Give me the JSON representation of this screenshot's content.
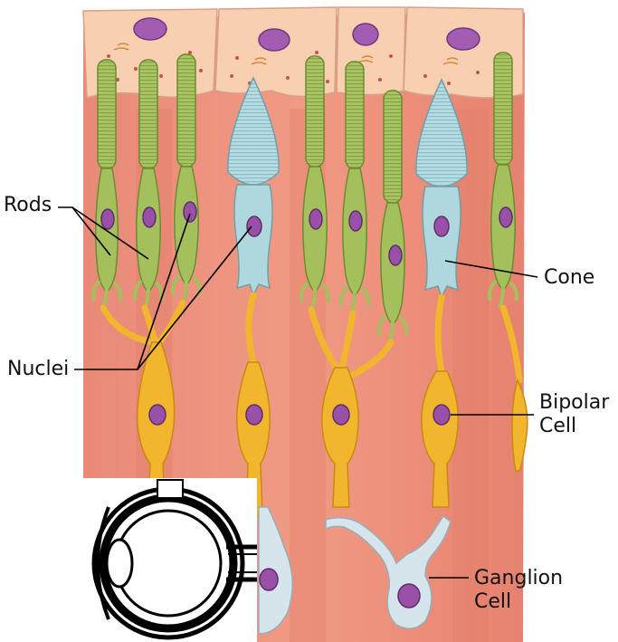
{
  "labels": {
    "rods": "Rods",
    "nuclei": "Nuclei",
    "cone": "Cone",
    "bipolar_line1": "Bipolar",
    "bipolar_line2": "Cell",
    "ganglion_line1": "Ganglion",
    "ganglion_line2": "Cell"
  },
  "colors": {
    "pigment_epithelium": "#f7c9a8",
    "tissue_background": "#ea8a78",
    "rod": "#9dbb58",
    "cone": "#a9d4dc",
    "bipolar_cell": "#f2b52e",
    "ganglion_cell": "#d4e3ea",
    "nucleus": "#9a4fa8",
    "outline": "#000000"
  }
}
